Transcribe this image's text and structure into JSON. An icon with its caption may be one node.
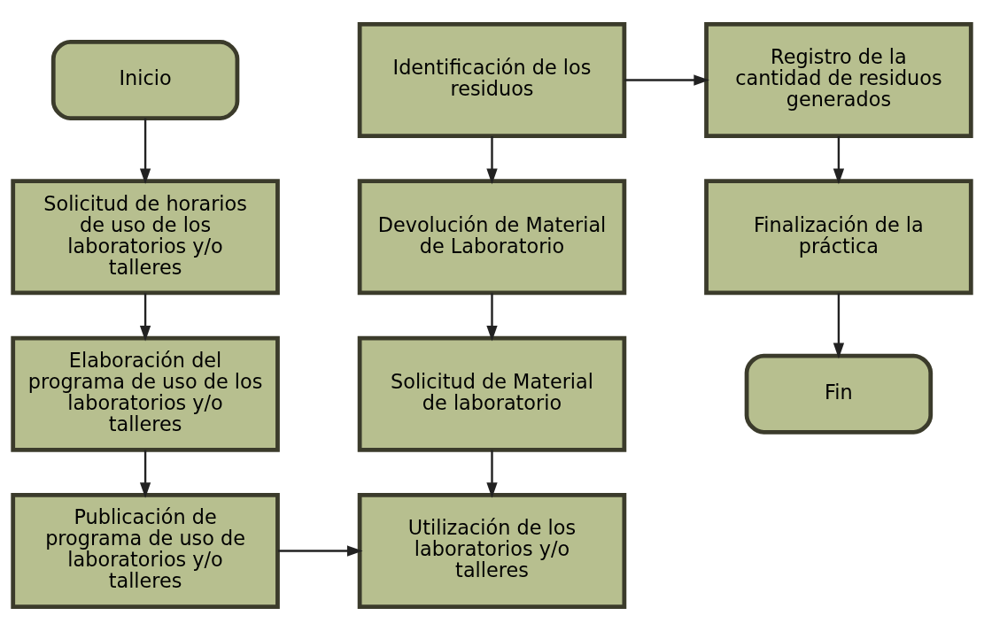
{
  "diagram": {
    "nodes": [
      {
        "text": [
          "Inicio"
        ]
      },
      {
        "text": [
          "Solicitud de horarios de uso de los laboratorios y/o talleres"
        ]
      },
      {
        "text": [
          "Elaboración del programa de uso de los laboratorios y/o talleres"
        ]
      },
      {
        "text": [
          "Publicación de programa de uso de laboratorios y/o talleres"
        ]
      },
      {
        "text": [
          "Identificación de los residuos"
        ]
      },
      {
        "text": [
          "Devolución de Material de Laboratorio"
        ]
      },
      {
        "text": [
          "Solicitud de Material de laboratorio"
        ]
      },
      {
        "text": [
          "Utilización de los laboratorios y/o talleres"
        ]
      },
      {
        "text": [
          "Registro de la cantidad de residuos generados"
        ]
      },
      {
        "text": [
          "Finalización de la práctica"
        ]
      },
      {
        "text": [
          "Fin"
        ]
      }
    ],
    "edges": [
      {
        "from": 0,
        "to": 1,
        "arrow": "to"
      },
      {
        "from": 1,
        "to": 2,
        "arrow": "to"
      },
      {
        "from": 2,
        "to": 3,
        "arrow": "to"
      },
      {
        "from": 3,
        "to": 7,
        "arrow": "to"
      },
      {
        "from": 4,
        "to": 5,
        "arrow": "to"
      },
      {
        "from": 5,
        "to": 6,
        "arrow": "to"
      },
      {
        "from": 6,
        "to": 7,
        "arrow": "to"
      },
      {
        "from": 4,
        "to": 8,
        "arrow": "to"
      },
      {
        "from": 8,
        "to": 9,
        "arrow": "to"
      },
      {
        "from": 9,
        "to": 10,
        "arrow": "to"
      }
    ]
  }
}
